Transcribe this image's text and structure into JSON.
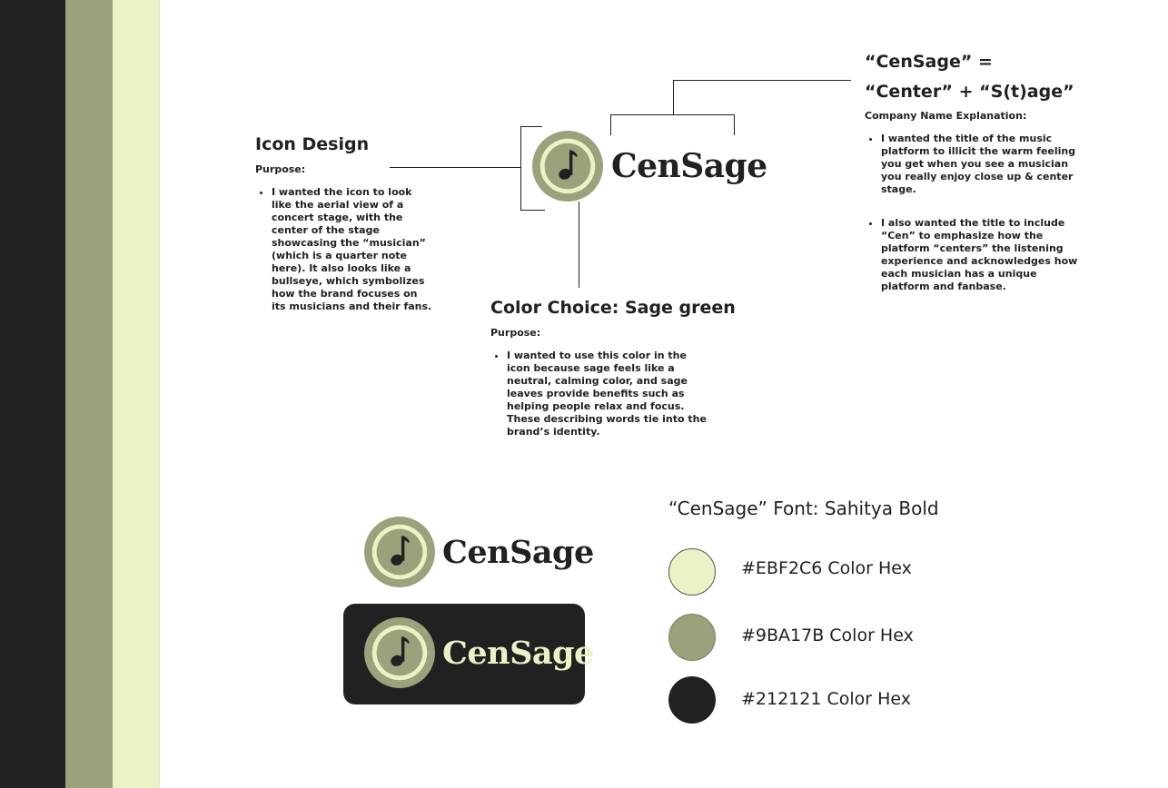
{
  "brand": {
    "name": "CenSage",
    "colors": {
      "light": "#EBF2C6",
      "sage": "#9BA17B",
      "dark": "#212121"
    }
  },
  "icon_design": {
    "title": "Icon Design",
    "purpose_label": "Purpose:",
    "bullets": [
      "I wanted the icon to look like the aerial view of a concert stage, with the center of the stage showcasing the “musician” (which is a quarter note here). It also looks like a bullseye, which symbolizes how the brand focuses on its musicians and their fans."
    ]
  },
  "name_explanation": {
    "title_line1": "“CenSage” =",
    "title_line2": "“Center” + “S(t)age”",
    "label": "Company Name Explanation:",
    "bullets": [
      "I wanted the title of the music platform to illicit the warm feeling you get when you see a musician you really enjoy close up & center stage.",
      " I also wanted the title to include “Cen” to emphasize how the platform “centers” the listening experience and acknowledges how each musician has a unique platform and fanbase."
    ]
  },
  "color_choice": {
    "title": "Color Choice: Sage green",
    "purpose_label": "Purpose:",
    "bullets": [
      "I wanted to use this color in the icon because sage feels like a neutral, calming color, and sage leaves provide benefits such as helping people relax and focus. These describing words tie into the brand’s identity."
    ]
  },
  "font_info": "“CenSage” Font: Sahitya Bold",
  "palette": [
    {
      "hex": "#EBF2C6",
      "label": "#EBF2C6 Color Hex"
    },
    {
      "hex": "#9BA17B",
      "label": "#9BA17B Color Hex"
    },
    {
      "hex": "#212121",
      "label": "#212121 Color Hex"
    }
  ],
  "icons": {
    "logo": "quarter-note-bullseye-icon"
  }
}
